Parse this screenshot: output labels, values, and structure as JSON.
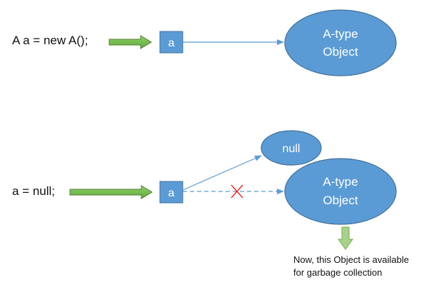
{
  "scene_top": {
    "code": "A a = new A();",
    "ref_label": "a",
    "object_line1": "A-type",
    "object_line2": "Object"
  },
  "scene_bottom": {
    "code": "a = null;",
    "ref_label": "a",
    "null_label": "null",
    "object_line1": "A-type",
    "object_line2": "Object",
    "caption_line1": "Now, this Object is available",
    "caption_line2": "for garbage collection"
  },
  "colors": {
    "object_fill": "#5b9bd5",
    "object_stroke": "#41719c",
    "arrow_green": "#70ad47",
    "arrow_green_dark": "#507e32",
    "pointer_line": "#5b9bd5",
    "cross_mark": "#ff0000",
    "down_arrow_fill": "#a9d18e",
    "down_arrow_stroke": "#70ad47"
  }
}
